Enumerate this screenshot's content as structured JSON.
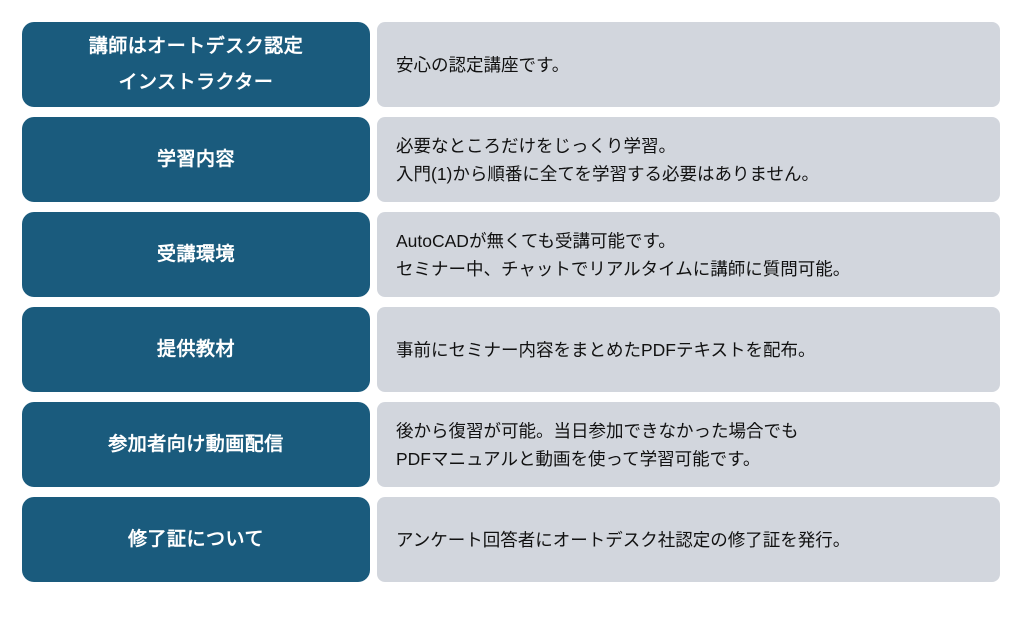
{
  "theme": {
    "label_background": "#1a5b7d",
    "label_text_color": "#ffffff",
    "description_background": "#d2d6dd",
    "description_text_color": "#111111",
    "page_background": "#ffffff"
  },
  "table": {
    "rows": [
      {
        "label": "講師はオートデスク認定\nインストラクター",
        "description": "安心の認定講座です。"
      },
      {
        "label": "学習内容",
        "description": "必要なところだけをじっくり学習。\n入門(1)から順番に全てを学習する必要はありません。"
      },
      {
        "label": "受講環境",
        "description": "AutoCADが無くても受講可能です。\nセミナー中、チャットでリアルタイムに講師に質問可能。"
      },
      {
        "label": "提供教材",
        "description": "事前にセミナー内容をまとめたPDFテキストを配布。"
      },
      {
        "label": "参加者向け動画配信",
        "description": "後から復習が可能。当日参加できなかった場合でも\nPDFマニュアルと動画を使って学習可能です。"
      },
      {
        "label": "修了証について",
        "description": "アンケート回答者にオートデスク社認定の修了証を発行。"
      }
    ]
  }
}
